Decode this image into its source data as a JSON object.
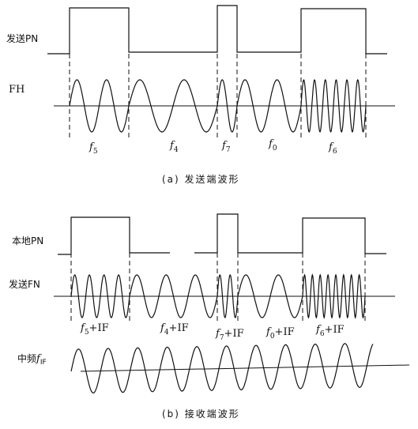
{
  "panel_a": {
    "pn_label": "发送PN",
    "fh_label": "FH",
    "freq_labels": [
      {
        "f": "f",
        "sub": "5",
        "suffix": ""
      },
      {
        "f": "f",
        "sub": "4",
        "suffix": ""
      },
      {
        "f": "f",
        "sub": "7",
        "suffix": ""
      },
      {
        "f": "f",
        "sub": "0",
        "suffix": ""
      },
      {
        "f": "f",
        "sub": "6",
        "suffix": ""
      }
    ],
    "caption": "(a) 发送端波形"
  },
  "panel_b": {
    "pn_label": "本地PN",
    "fn_label": "发送FN",
    "if_label_prefix": "中频",
    "if_label_f": "f",
    "if_label_sub": "IF",
    "freq_labels": [
      {
        "f": "f",
        "sub": "5",
        "suffix": "+IF"
      },
      {
        "f": "f",
        "sub": "4",
        "suffix": "+IF"
      },
      {
        "f": "f",
        "sub": "7",
        "suffix": "+IF"
      },
      {
        "f": "f",
        "sub": "0",
        "suffix": "+IF"
      },
      {
        "f": "f",
        "sub": "6",
        "suffix": "+IF"
      }
    ],
    "caption": "(b) 接收端波形"
  },
  "styles": {
    "line_color": "#111111",
    "background": "#ffffff"
  }
}
